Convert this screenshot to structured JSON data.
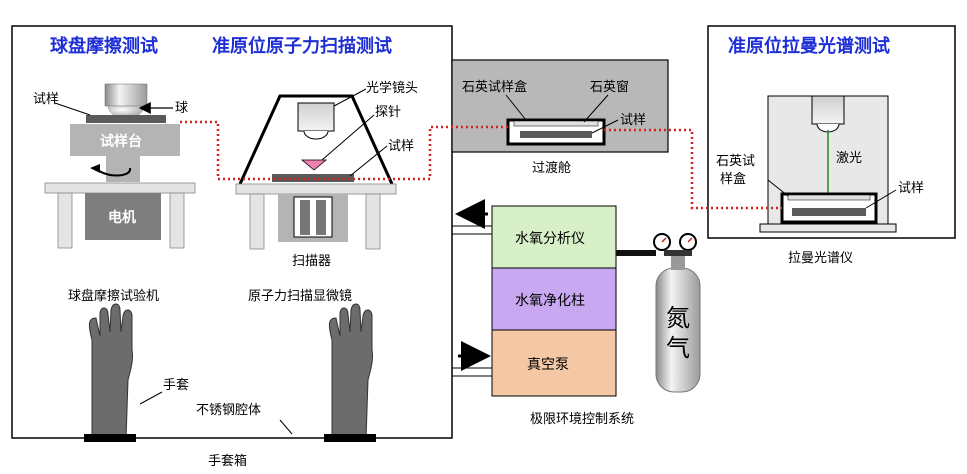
{
  "titles": {
    "ball_disc": "球盘摩擦测试",
    "afm": "准原位原子力扫描测试",
    "raman": "准原位拉曼光谱测试"
  },
  "ball_disc": {
    "sample": "试样",
    "ball": "球",
    "stage": "试样台",
    "motor": "电机",
    "caption": "球盘摩擦试验机"
  },
  "afm": {
    "optical_lens": "光学镜头",
    "probe": "探针",
    "sample": "试样",
    "scanner": "扫描器",
    "caption": "原子力扫描显微镜"
  },
  "glovebox": {
    "glove": "手套",
    "cavity": "不锈钢腔体",
    "caption": "手套箱"
  },
  "transfer": {
    "quartz_box": "石英试样盒",
    "quartz_window": "石英窗",
    "sample": "试样",
    "caption": "过渡舱"
  },
  "raman": {
    "quartz_box_line1": "石英试",
    "quartz_box_line2": "样盒",
    "laser": "激光",
    "sample": "试样",
    "caption": "拉曼光谱仪"
  },
  "control": {
    "analyzer": "水氧分析仪",
    "purifier": "水氧净化柱",
    "pump": "真空泵",
    "nitrogen_line1": "氮",
    "nitrogen_line2": "气",
    "caption": "极限环境控制系统"
  },
  "colors": {
    "title_blue": "#1f2fd6",
    "dotted_red": "#d42020",
    "analyzer_fill": "#d8f0c8",
    "purifier_fill": "#c8a8f0",
    "pump_fill": "#f4c8a4",
    "probe_pink": "#f080b0",
    "laser_green": "#1a8c1a"
  }
}
